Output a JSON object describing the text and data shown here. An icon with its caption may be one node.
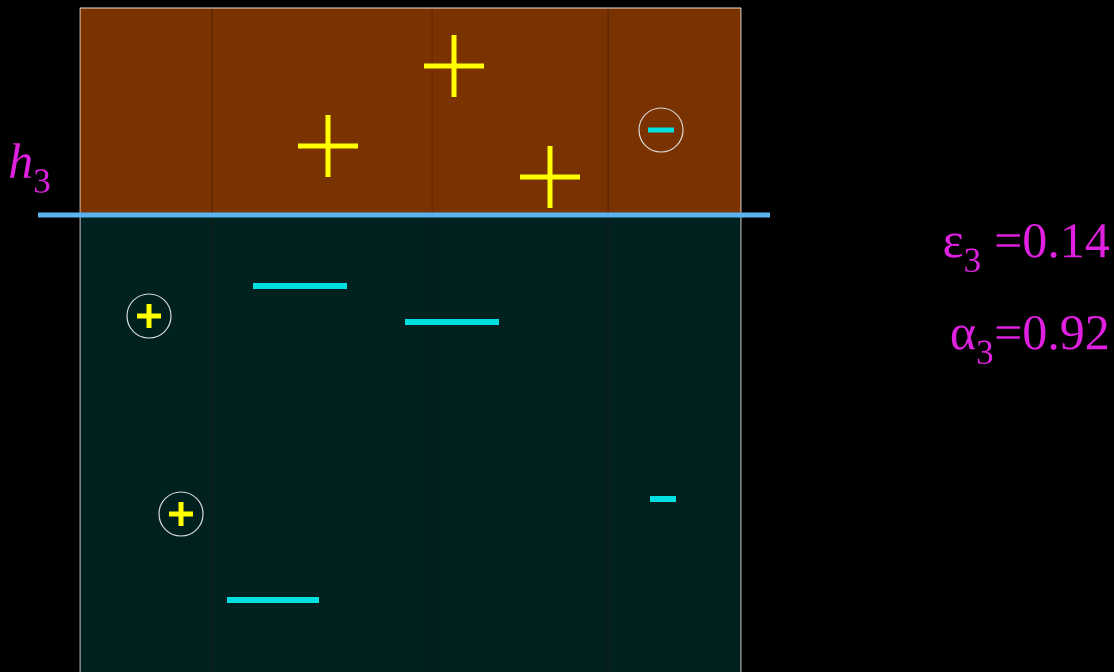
{
  "diagram": {
    "labels": [
      "*h*$_{3}$",
      "ε$_{3}$ =0.14",
      "α$_{3}$=0.92"
    ]
  }
}
